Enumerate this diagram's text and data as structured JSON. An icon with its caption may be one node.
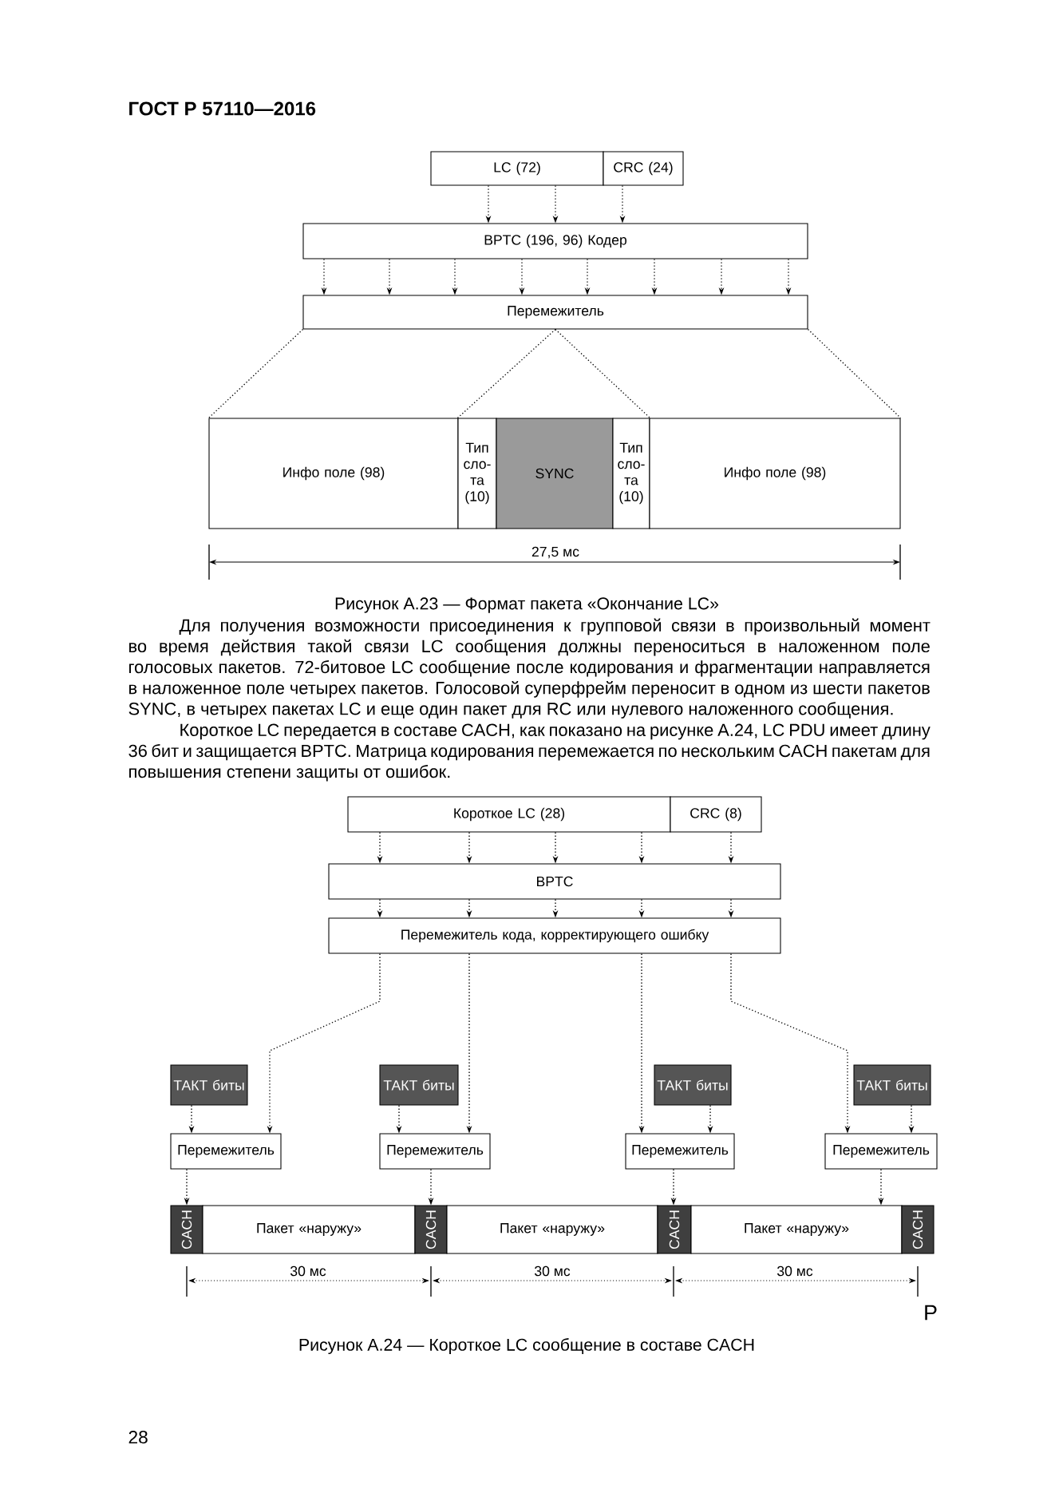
{
  "diagram": {
    "nodes": [
      {
        "text": [
          "LC (72)"
        ]
      },
      {
        "text": [
          "CRC (24)"
        ]
      },
      {
        "text": [
          "BPTC (196, 96) Кодер"
        ]
      },
      {
        "text": [
          "Перемежитель"
        ]
      },
      {
        "text": [
          "Инфо поле (98)"
        ]
      },
      {
        "text": [
          "Тип сло-та (10)"
        ]
      },
      {
        "text": [
          "SYNC"
        ]
      },
      {
        "text": [
          "Тип сло-та (10)"
        ]
      },
      {
        "text": [
          "Инфо поле (98)"
        ]
      },
      {
        "text": [
          "Короткое LC (28)"
        ]
      },
      {
        "text": [
          "CRC (8)"
        ]
      },
      {
        "text": [
          "BPTC"
        ]
      },
      {
        "text": [
          "Перемежитель кода, корректирующего ошибку"
        ]
      },
      {
        "text": [
          "ТАКТ биты"
        ]
      },
      {
        "text": [
          "ТАКТ биты"
        ]
      },
      {
        "text": [
          "ТАКТ биты"
        ]
      },
      {
        "text": [
          "ТАКТ биты"
        ]
      },
      {
        "text": [
          "Перемежитель"
        ]
      },
      {
        "text": [
          "Перемежитель"
        ]
      },
      {
        "text": [
          "Перемежитель"
        ]
      },
      {
        "text": [
          "Перемежитель"
        ]
      },
      {
        "text": [
          "CACH"
        ]
      },
      {
        "text": [
          "Пакет «наружу»"
        ]
      },
      {
        "text": [
          "CACH"
        ]
      },
      {
        "text": [
          "Пакет «наружу»"
        ]
      },
      {
        "text": [
          "CACH"
        ]
      },
      {
        "text": [
          "Пакет «наружу»"
        ]
      },
      {
        "text": [
          "CACH"
        ]
      }
    ],
    "edges": [
      {
        "from": 0,
        "to": 2,
        "arrow": "to"
      },
      {
        "from": 0,
        "to": 2,
        "arrow": "to"
      },
      {
        "from": 1,
        "to": 2,
        "arrow": "to"
      },
      {
        "from": 2,
        "to": 3,
        "arrow": "to"
      },
      {
        "from": 2,
        "to": 3,
        "arrow": "to"
      },
      {
        "from": 2,
        "to": 3,
        "arrow": "to"
      },
      {
        "from": 2,
        "to": 3,
        "arrow": "to"
      },
      {
        "from": 2,
        "to": 3,
        "arrow": "to"
      },
      {
        "from": 2,
        "to": 3,
        "arrow": "to"
      },
      {
        "from": 2,
        "to": 3,
        "arrow": "to"
      },
      {
        "from": 2,
        "to": 3,
        "arrow": "to"
      },
      {
        "from": 3,
        "to": 4,
        "arrow": "none"
      },
      {
        "from": 3,
        "to": 5,
        "arrow": "none"
      },
      {
        "from": 3,
        "to": 7,
        "arrow": "none"
      },
      {
        "from": 3,
        "to": 8,
        "arrow": "none"
      },
      {
        "from": 9,
        "to": 11,
        "arrow": "to"
      },
      {
        "from": 9,
        "to": 11,
        "arrow": "to"
      },
      {
        "from": 9,
        "to": 11,
        "arrow": "to"
      },
      {
        "from": 9,
        "to": 11,
        "arrow": "to"
      },
      {
        "from": 10,
        "to": 11,
        "arrow": "to"
      },
      {
        "from": 11,
        "to": 12,
        "arrow": "to"
      },
      {
        "from": 11,
        "to": 12,
        "arrow": "to"
      },
      {
        "from": 11,
        "to": 12,
        "arrow": "to"
      },
      {
        "from": 11,
        "to": 12,
        "arrow": "to"
      },
      {
        "from": 11,
        "to": 12,
        "arrow": "to"
      },
      {
        "from": 12,
        "to": 17,
        "arrow": "to"
      },
      {
        "from": 12,
        "to": 18,
        "arrow": "to"
      },
      {
        "from": 12,
        "to": 19,
        "arrow": "to"
      },
      {
        "from": 12,
        "to": 20,
        "arrow": "to"
      },
      {
        "from": 13,
        "to": 17,
        "arrow": "to"
      },
      {
        "from": 14,
        "to": 18,
        "arrow": "to"
      },
      {
        "from": 15,
        "to": 19,
        "arrow": "to"
      },
      {
        "from": 16,
        "to": 20,
        "arrow": "to"
      },
      {
        "from": 17,
        "to": 21,
        "arrow": "to"
      },
      {
        "from": 18,
        "to": 23,
        "arrow": "to"
      },
      {
        "from": 19,
        "to": 25,
        "arrow": "to"
      },
      {
        "from": 20,
        "to": 26,
        "arrow": "to"
      }
    ],
    "labels": [
      "ГОСТ Р 57110—2016",
      "27,5 мс",
      "Рисунок А.23 — Формат пакета «Окончание LC»",
      "Для получения возможности присоединения к групповой связи в произвольный момент во время действия такой связи LC сообщения должны переноситься в наложенном поле голосовых пакетов. 72-битовое LC сообщение после кодирования и фрагментации направляется в наложенное поле четырех пакетов. Голосовой суперфрейм переносит в одном из шести пакетов SYNC, в четырех пакетах LC и еще один пакет для RC или нулевого наложенного сообщения.",
      "Короткое LC передается в составе CACH, как показано на рисунке А.24, LC PDU имеет длину 36 бит и защищается BPTC. Матрица кодирования перемежается по нескольким CACH пакетам для повышения степени защиты от ошибок.",
      "30 мс",
      "30 мс",
      "30 мс",
      "Р",
      "Рисунок А.24 — Короткое LC сообщение в составе CACH",
      "28"
    ]
  }
}
